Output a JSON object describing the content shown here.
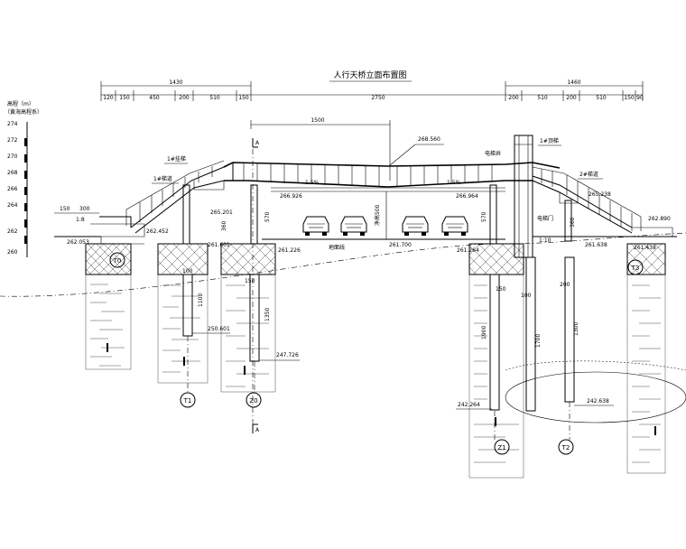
{
  "title": "人行天桥立面布置图",
  "scale_label": {
    "title": "高程（m）",
    "subtitle": "（黄海高程系）",
    "ticks": [
      "274",
      "272",
      "270",
      "268",
      "266",
      "264",
      "262",
      "260"
    ]
  },
  "dims_top": {
    "left_total": "1430",
    "left_segments": [
      "120",
      "150",
      "450",
      "200",
      "510",
      "150"
    ],
    "center_total": "2750",
    "right_total": "1460",
    "right_segments": [
      "200",
      "510",
      "200",
      "510",
      "150",
      "90"
    ],
    "span_center": "1500"
  },
  "small_dims": {
    "d150": "150",
    "d300": "300",
    "slope_left": "1:8",
    "slope_right": "1:10",
    "h360_left": "360",
    "h570_left": "570",
    "h570_right": "570",
    "h360_right": "360",
    "clearance": "净高500",
    "w100_left": "100",
    "w150_left": "150",
    "w150_right": "150",
    "w100_right": "100",
    "w200_right": "200",
    "len1100": "1100",
    "len1350": "1350",
    "len1900": "1900",
    "len1700": "1700",
    "len1300": "1300"
  },
  "elevations": {
    "deck_top": "268.560",
    "deck_left": "266.926",
    "deck_right": "266.964",
    "stair_left": "265.201",
    "stair_right": "265.238",
    "ground_far_left": "262.053",
    "ground_left_stair": "262.452",
    "pier_left_base": "261.601",
    "pier_z0_base": "261.226",
    "road_center": "261.700",
    "pier_z1_base": "261.264",
    "pier_right_base": "261.638",
    "ground_far_right": "262.890",
    "t3_base": "261.438",
    "t1_tip": "250.601",
    "z0_tip": "247.726",
    "z1_tip": "242.264",
    "t2_tip": "242.638"
  },
  "slopes": {
    "left": "1.5%",
    "right": "1.5%"
  },
  "labels": {
    "stair_left": "1#挂梯",
    "stair_left_b": "1#梯道",
    "stair_right": "1#顶梯",
    "stair_right_b": "2#梯道",
    "elevator": "电梯井",
    "elevator_door": "电梯门",
    "road_line": "地面线",
    "section_a": "A"
  },
  "piers": [
    "T0",
    "T1",
    "Z0",
    "Z1",
    "T2",
    "T3"
  ]
}
